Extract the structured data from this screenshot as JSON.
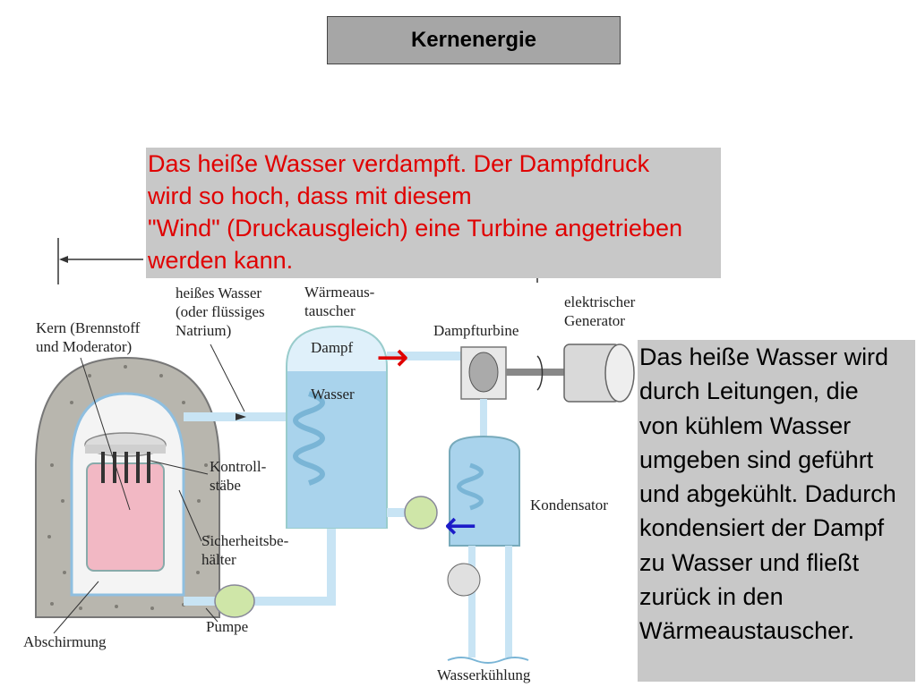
{
  "title": "Kernenergie",
  "note_top": {
    "lines": [
      "Das heiße Wasser verdampft. Der Dampfdruck",
      "wird so hoch, dass mit diesem",
      "\"Wind\" (Druckausgleich) eine Turbine angetrieben",
      "werden kann."
    ],
    "color": "#e00000"
  },
  "note_right": {
    "lines": [
      "Das heiße Wasser wird",
      "durch Leitungen, die",
      "von kühlem Wasser",
      "umgeben sind geführt",
      "und abgekühlt. Dadurch",
      "kondensiert der Dampf",
      "zu Wasser und fließt",
      "zurück in den",
      "Wärmeaustauscher."
    ]
  },
  "diagram_labels": {
    "hot_water": [
      "heißes Wasser",
      "(oder flüssiges",
      "Natrium)"
    ],
    "heat_exchanger": [
      "Wärmeaus-",
      "tauscher"
    ],
    "core": [
      "Kern (Brennstoff",
      "und Moderator)"
    ],
    "steam": "Dampf",
    "water": "Wasser",
    "turbine": "Dampfturbine",
    "generator": [
      "elektrischer",
      "Generator"
    ],
    "control_rods": [
      "Kontroll-",
      "stäbe"
    ],
    "containment": [
      "Sicherheitsbe-",
      "hälter"
    ],
    "condenser": "Kondensator",
    "pump": "Pumpe",
    "shielding": "Abschirmung",
    "cooling": "Wasserkühlung"
  },
  "colors": {
    "water_blue": "#a9d3ec",
    "pipe_blue": "#c8e4f4",
    "fuel_pink": "#f2b8c4",
    "concrete": "#b8b6ae",
    "highlight_red": "#e00000",
    "highlight_blue": "#1c1cc8"
  },
  "arrows": {
    "red_arrow": "→",
    "blue_arrow": "←"
  }
}
